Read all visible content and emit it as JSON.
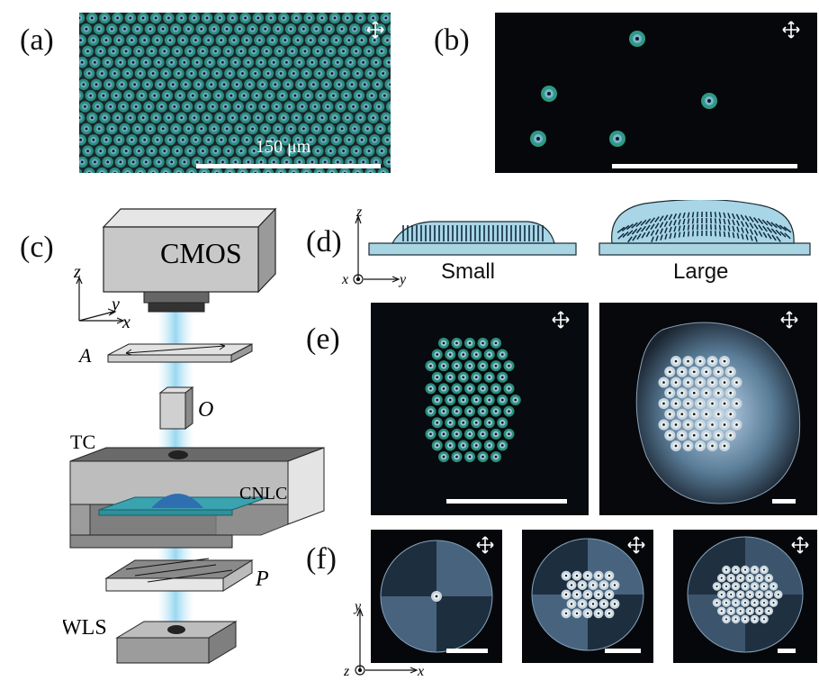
{
  "panel_labels": {
    "a": "(a)",
    "b": "(b)",
    "c": "(c)",
    "d": "(d)",
    "e": "(e)",
    "f": "(f)"
  },
  "panel_a": {
    "scale_label": "150 μm"
  },
  "panel_c": {
    "camera": "CMOS",
    "analyzer": "A",
    "objective": "O",
    "temperature_controller": "TC",
    "sample": "CNLC",
    "polarizer": "P",
    "light_source": "WLS",
    "axes": {
      "z": "z",
      "y": "y",
      "x": "x"
    }
  },
  "panel_d": {
    "small_label": "Small",
    "large_label": "Large",
    "axes": {
      "z": "z",
      "x": "x",
      "y": "y"
    }
  },
  "panel_f": {
    "axes": {
      "y": "y",
      "z": "z",
      "x": "x"
    }
  },
  "colors": {
    "background": "#ffffff",
    "micrograph": "#05070a",
    "droplet_fill": "#a8d6e6",
    "light_beam": "#9fd8ef",
    "cnlc_film": "#2f8f9d"
  },
  "icons": [
    "crossed-polarizers-icon",
    "axis-triad-icon",
    "out-of-plane-axis-icon"
  ]
}
